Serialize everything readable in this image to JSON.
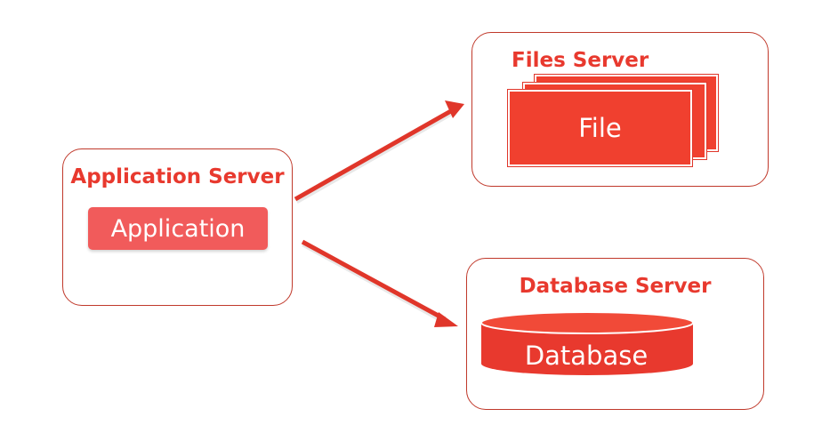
{
  "nodes": {
    "application_server": {
      "title": "Application Server",
      "component": "Application"
    },
    "files_server": {
      "title": "Files Server",
      "component": "File"
    },
    "database_server": {
      "title": "Database Server",
      "component": "Database"
    }
  },
  "edges": [
    {
      "from": "application_server",
      "to": "files_server"
    },
    {
      "from": "application_server",
      "to": "database_server"
    }
  ],
  "colors": {
    "accent": "#e8392e",
    "fill": "#f0402f",
    "app_fill": "#f15b5b",
    "border": "#c0392b"
  }
}
